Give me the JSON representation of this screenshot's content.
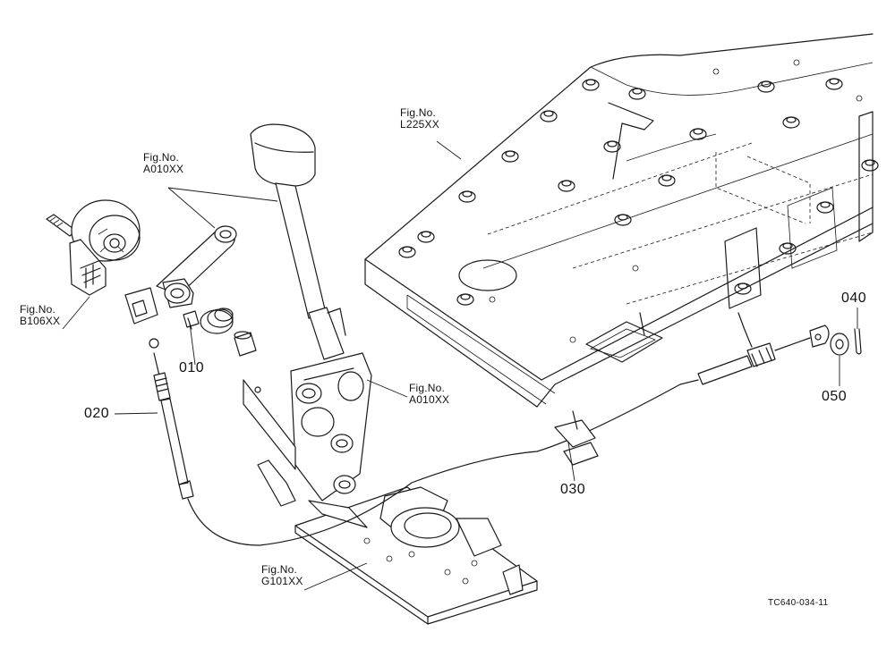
{
  "callouts": {
    "fig_a010_upper": {
      "line1": "Fig.No.",
      "line2": "A010XX"
    },
    "fig_b106": {
      "line1": "Fig.No.",
      "line2": "B106XX"
    },
    "fig_l225": {
      "line1": "Fig.No.",
      "line2": "L225XX"
    },
    "fig_a010_lower": {
      "line1": "Fig.No.",
      "line2": "A010XX"
    },
    "fig_g101": {
      "line1": "Fig.No.",
      "line2": "G101XX"
    }
  },
  "parts": {
    "p010": "010",
    "p020": "020",
    "p030": "030",
    "p040": "040",
    "p050": "050"
  },
  "drawing_code": "TC640-034-11"
}
